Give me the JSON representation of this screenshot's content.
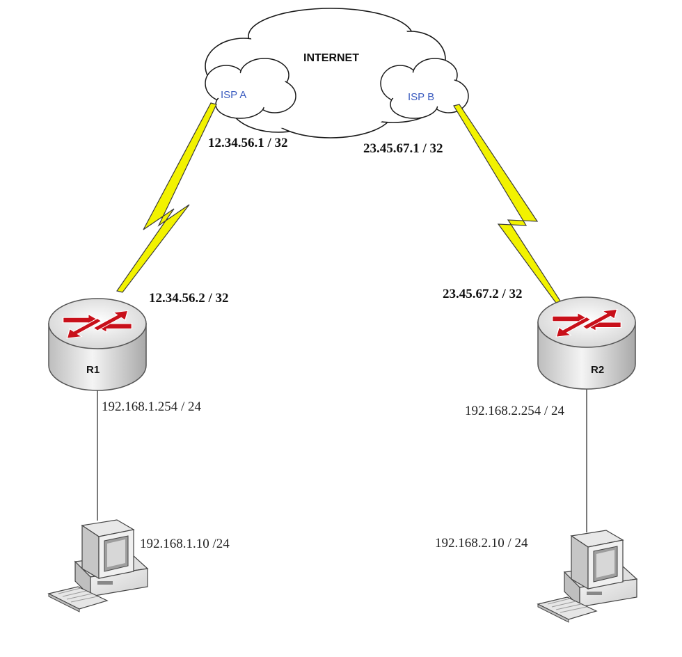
{
  "cloud": {
    "internet_label": "INTERNET",
    "isp_a_label": "ISP A",
    "isp_b_label": "ISP B"
  },
  "links": {
    "isp_a_address": "12.34.56.1 / 32",
    "isp_b_address": "23.45.67.1 / 32",
    "r1_wan_address": "12.34.56.2 / 32",
    "r2_wan_address": "23.45.67.2 / 32",
    "wan_link_color": "#f2f200"
  },
  "routers": [
    {
      "name": "R1",
      "lan_address": "192.168.1.254 / 24"
    },
    {
      "name": "R2",
      "lan_address": "192.168.2.254 / 24"
    }
  ],
  "hosts": [
    {
      "address": "192.168.1.10 /24",
      "icon": "desktop-computer-icon"
    },
    {
      "address": "192.168.2.10 / 24",
      "icon": "desktop-computer-icon"
    }
  ],
  "colors": {
    "router_arrow": "#c8101a",
    "router_body": "#e6e6e6"
  }
}
